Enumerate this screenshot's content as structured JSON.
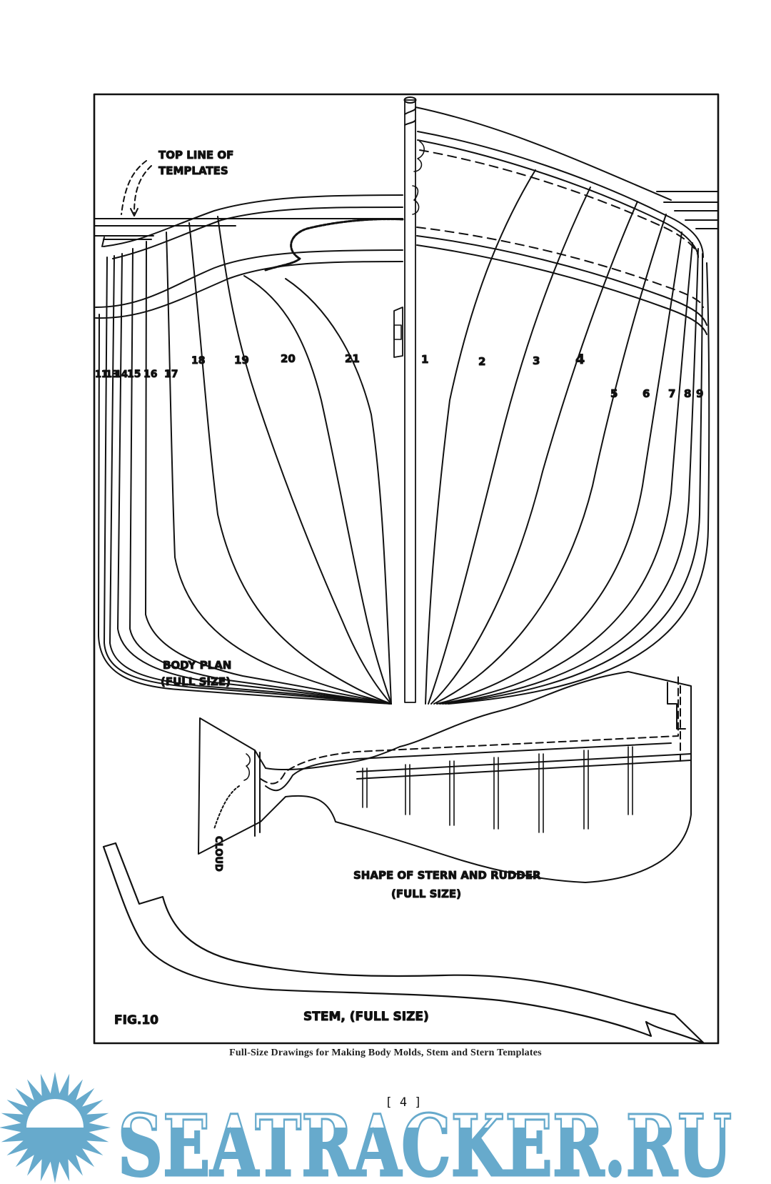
{
  "figure": {
    "id_label": "FIG.10",
    "annotation_top_line": [
      "TOP LINE OF",
      "TEMPLATES"
    ],
    "body_plan_label": [
      "BODY PLAN",
      "(FULL SIZE)"
    ],
    "stern_label": [
      "SHAPE OF STERN AND  RUDDER",
      "(FULL SIZE)"
    ],
    "stem_label": "STEM, (FULL SIZE)",
    "stern_transom_name": "CLOUD",
    "station_numbers_left": [
      "11",
      "13",
      "14",
      "15",
      "16",
      "17",
      "18",
      "19",
      "20",
      "21"
    ],
    "station_numbers_right": [
      "1",
      "2",
      "3",
      "4",
      "5",
      "6",
      "7",
      "8",
      "9"
    ]
  },
  "caption": "Full-Size Drawings for Making Body Molds, Stem and Stern Templates",
  "page_number": "[ 4 ]",
  "watermark": {
    "text": "SEATRACKER.RU",
    "color": "#67aacc",
    "icon": "sun-icon"
  }
}
